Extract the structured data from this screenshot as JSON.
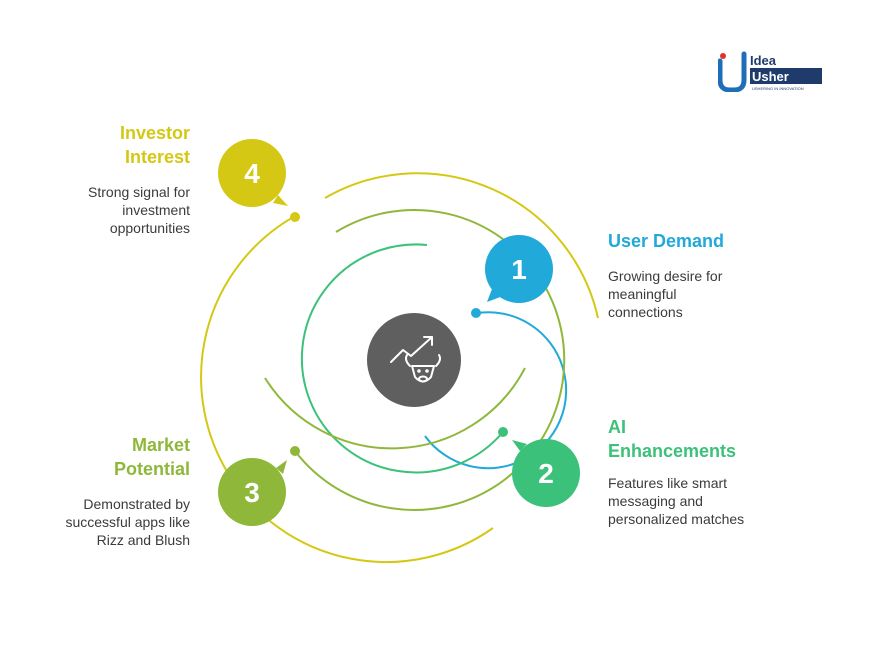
{
  "logo": {
    "line1": "Idea",
    "line2": "Usher",
    "tagline": "USHERING IN INNOVATION"
  },
  "colors": {
    "blue": "#20a9d9",
    "green": "#3cc17a",
    "olive": "#8fb83b",
    "yellow": "#d5c814",
    "center": "#5f5f5f"
  },
  "center_icon": "bull-with-rising-arrow-icon",
  "items": [
    {
      "number": "1",
      "title": "User Demand",
      "description": "Growing desire for meaningful connections"
    },
    {
      "number": "2",
      "title": "AI Enhancements",
      "description": "Features like smart messaging and personalized matches"
    },
    {
      "number": "3",
      "title": "Market Potential",
      "description": "Demonstrated by successful apps like Rizz and Blush"
    },
    {
      "number": "4",
      "title": "Investor Interest",
      "description": "Strong signal for investment opportunities"
    }
  ]
}
